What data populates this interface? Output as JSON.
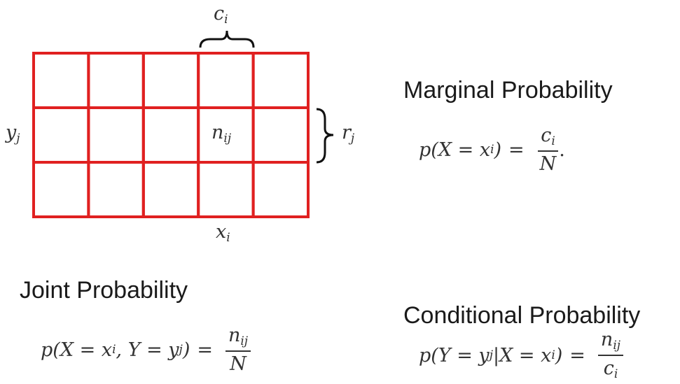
{
  "diagram": {
    "label_column": "c",
    "label_column_sub": "i",
    "label_row_left": "y",
    "label_row_left_sub": "j",
    "label_row_right": "r",
    "label_row_right_sub": "j",
    "label_cell": "n",
    "label_cell_sub": "ij",
    "label_bottom": "x",
    "label_bottom_sub": "i",
    "grid_color": "#e02020",
    "rows": 3,
    "cols": 5
  },
  "marginal": {
    "heading": "Marginal Probability",
    "lhs": "p(X = x",
    "lhs_sub": "i",
    "lhs_close": ")",
    "eq": "=",
    "num": "c",
    "num_sub": "i",
    "den": "N",
    "trail": "."
  },
  "joint": {
    "heading": "Joint Probability",
    "lhs": "p(X = x",
    "lhs_sub": "i",
    "mid": ", Y = y",
    "mid_sub": "j",
    "lhs_close": ")",
    "eq": "=",
    "num": "n",
    "num_sub": "ij",
    "den": "N"
  },
  "conditional": {
    "heading": "Conditional Probability",
    "lhs": "p(Y = y",
    "lhs_sub": "j",
    "mid": "|X = x",
    "mid_sub": "i",
    "lhs_close": ")",
    "eq": "=",
    "num": "n",
    "num_sub": "ij",
    "den": "c",
    "den_sub": "i"
  }
}
